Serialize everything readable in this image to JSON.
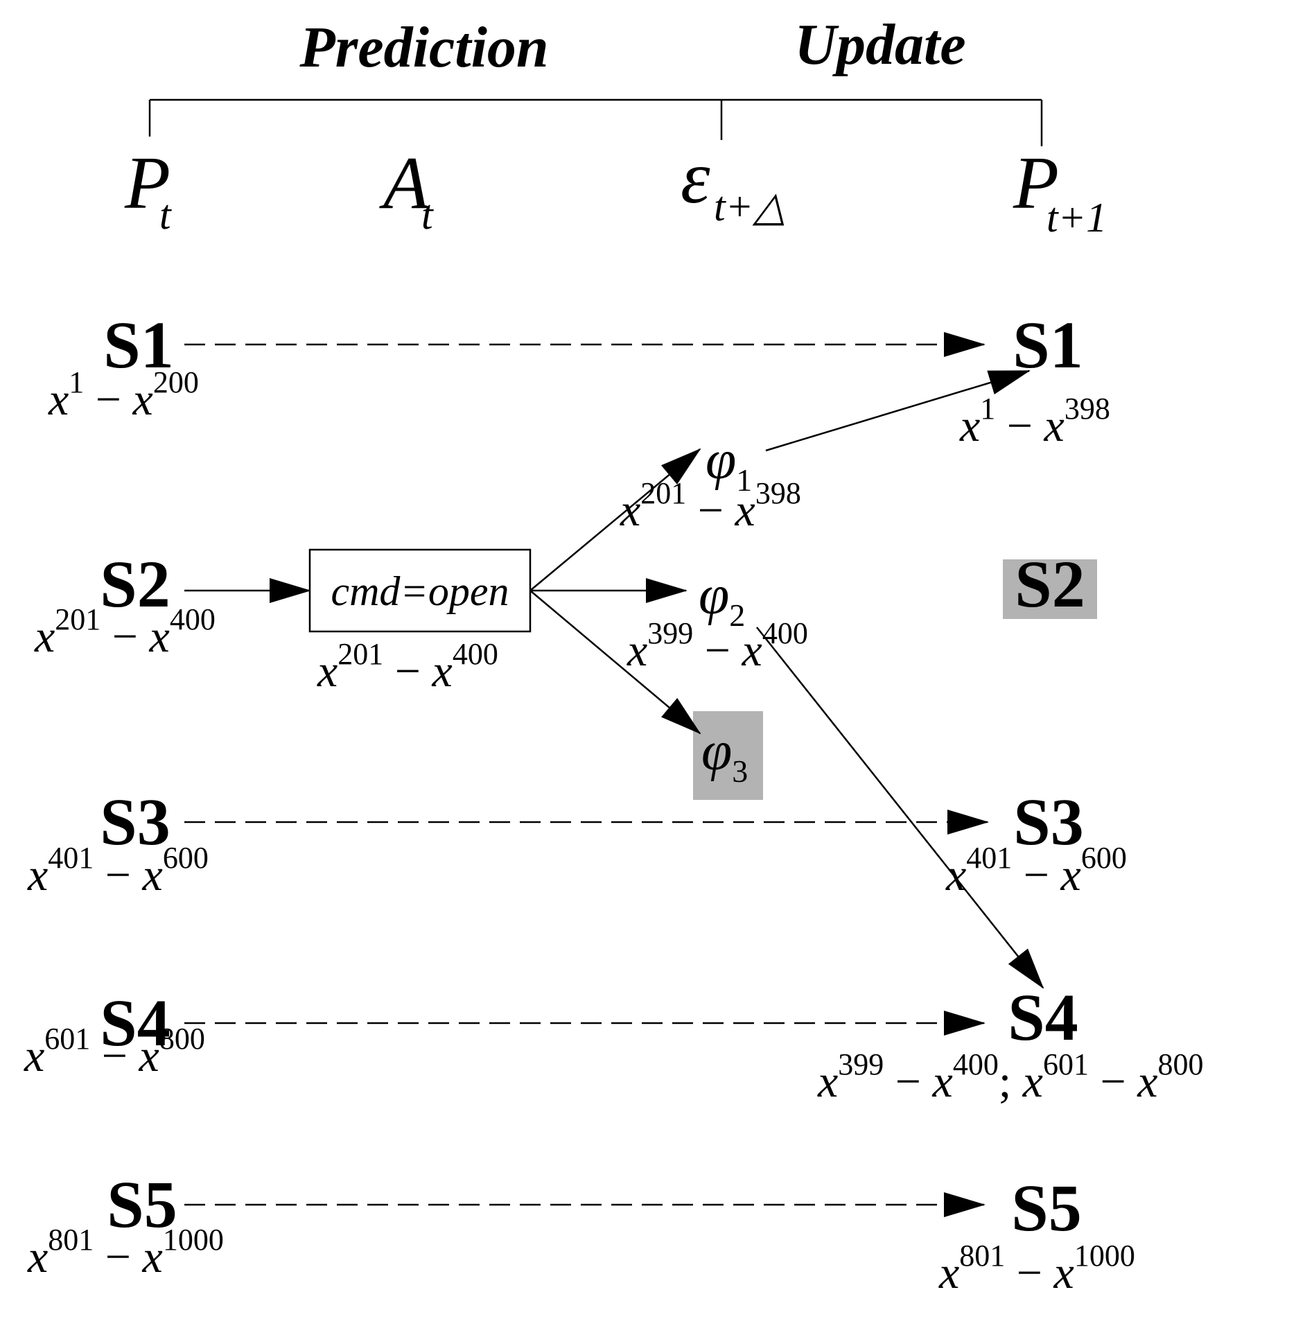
{
  "phases": {
    "prediction": "Prediction",
    "update": "Update"
  },
  "columns": {
    "pt": {
      "main": "P",
      "sub": "t"
    },
    "at": {
      "main": "A",
      "sub": "t"
    },
    "eps": {
      "main": "ε",
      "sub": "t+△"
    },
    "pt1": {
      "main": "P",
      "sub": "t+1"
    }
  },
  "left_states": [
    {
      "label": "S1",
      "range": {
        "from": "1",
        "to": "200"
      }
    },
    {
      "label": "S2",
      "range": {
        "from": "201",
        "to": "400"
      }
    },
    {
      "label": "S3",
      "range": {
        "from": "401",
        "to": "600"
      }
    },
    {
      "label": "S4",
      "range": {
        "from": "601",
        "to": "800"
      }
    },
    {
      "label": "S5",
      "range": {
        "from": "801",
        "to": "1000"
      }
    }
  ],
  "action": {
    "label": "cmd=open",
    "range": {
      "from": "201",
      "to": "400"
    }
  },
  "events": [
    {
      "symbol": "φ",
      "sub": "1",
      "range": {
        "from": "201",
        "to": "398"
      }
    },
    {
      "symbol": "φ",
      "sub": "2",
      "range": {
        "from": "399",
        "to": "400"
      }
    },
    {
      "symbol": "φ",
      "sub": "3",
      "highlighted": true
    }
  ],
  "right_states": [
    {
      "label": "S1",
      "range": {
        "from": "1",
        "to": "398"
      }
    },
    {
      "label": "S2",
      "highlighted": true
    },
    {
      "label": "S3",
      "range": {
        "from": "401",
        "to": "600"
      }
    },
    {
      "label": "S4",
      "range": {
        "from": "399",
        "to": "400"
      },
      "range2": {
        "from": "601",
        "to": "800"
      },
      "separator": ";"
    },
    {
      "label": "S5",
      "range": {
        "from": "801",
        "to": "1000"
      }
    }
  ],
  "variable": "x",
  "minus": "−",
  "colors": {
    "highlight": "#b3b3b3",
    "ink": "#000000"
  }
}
